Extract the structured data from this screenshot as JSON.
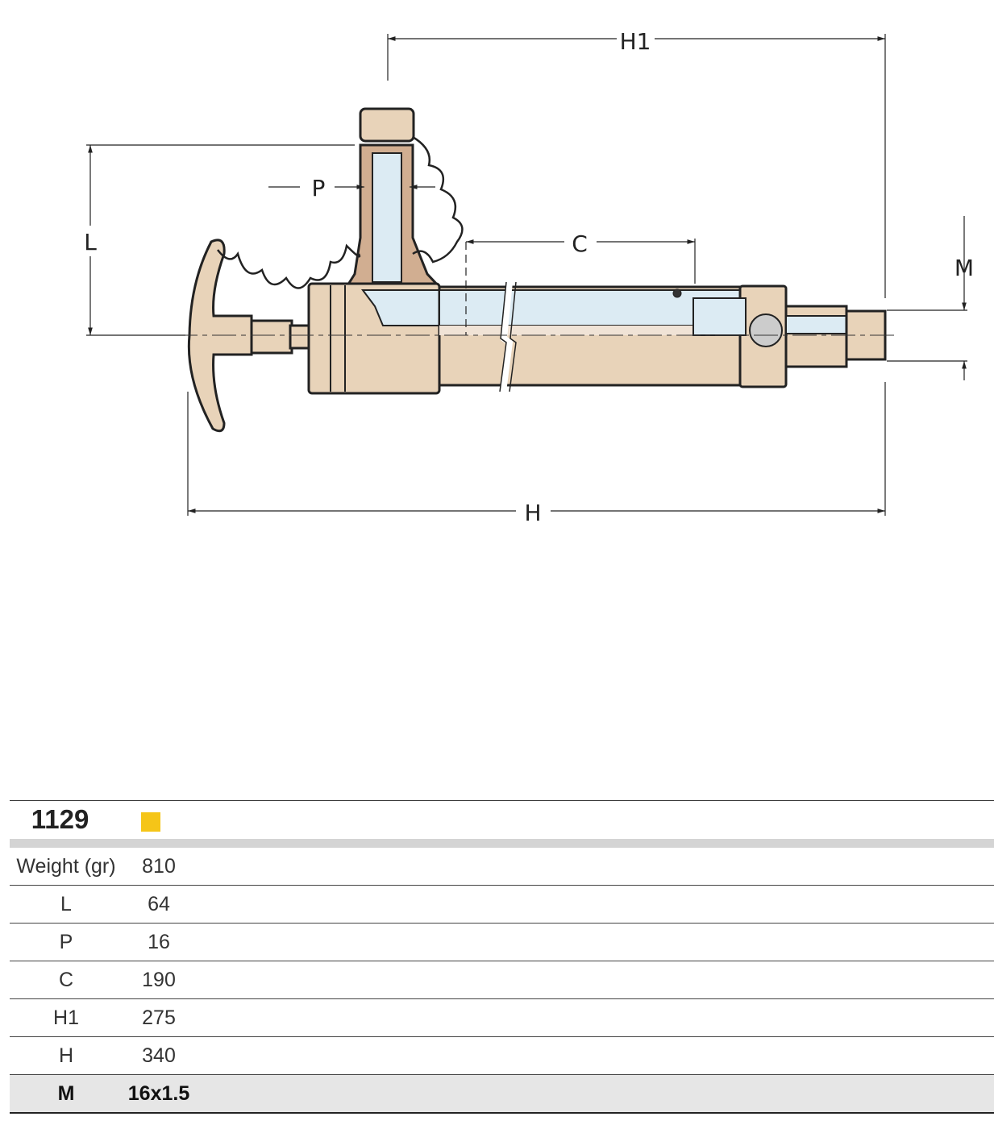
{
  "dimension_labels": {
    "h1": "H1",
    "l": "L",
    "p": "P",
    "c": "C",
    "m": "M",
    "h": "H"
  },
  "colors": {
    "body": "#e8d3b9",
    "fitting": "#d1ae91",
    "fluid": "#dcebf3",
    "swatch": "#f5c518",
    "band": "#d4d4d4"
  },
  "table": {
    "code": "1129",
    "rows": [
      {
        "label": "Weight (gr)",
        "value": "810"
      },
      {
        "label": "L",
        "value": "64"
      },
      {
        "label": "P",
        "value": "16"
      },
      {
        "label": "C",
        "value": "190"
      },
      {
        "label": "H1",
        "value": "275"
      },
      {
        "label": "H",
        "value": "340"
      },
      {
        "label": "M",
        "value": "16x1.5"
      }
    ]
  }
}
